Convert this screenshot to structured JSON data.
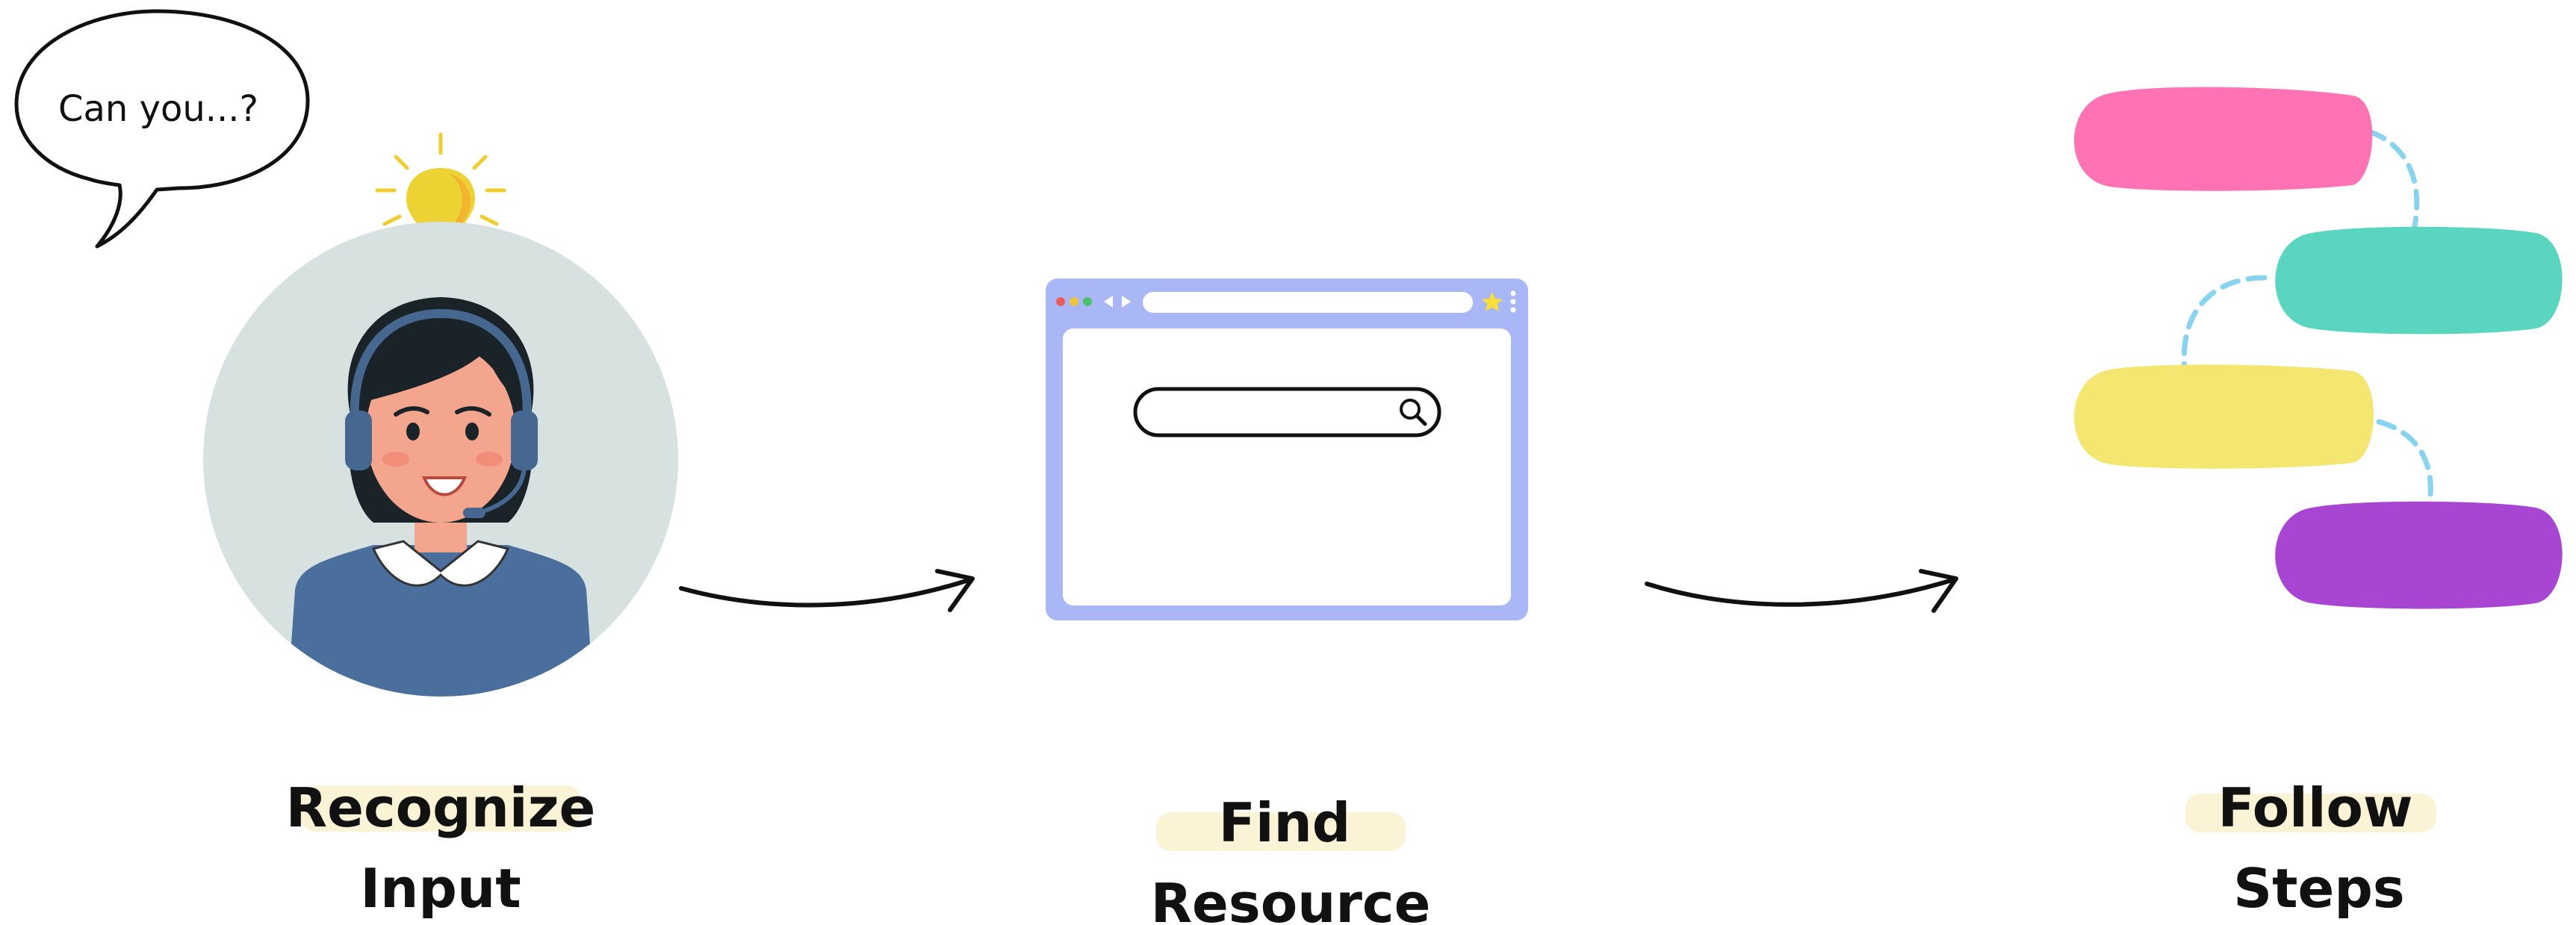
{
  "speech_bubble": {
    "text": "Can you...?"
  },
  "steps": [
    {
      "line1": "Recognize",
      "line2": "Input"
    },
    {
      "line1": "Find",
      "line2": "Resource"
    },
    {
      "line1": "Follow",
      "line2": "Steps"
    }
  ],
  "icons": {
    "agent": "customer-support-agent-icon",
    "idea": "lightbulb-icon",
    "browser": "browser-window-icon",
    "search": "search-icon",
    "flow": "process-steps-icon"
  },
  "colors": {
    "highlight": "#fbf3d6",
    "browser": "#aab7f7",
    "step_pink": "#ff73b5",
    "step_teal": "#5ad6c0",
    "step_yellow": "#f5e672",
    "step_purple": "#a845d2",
    "connector": "#86d4f0",
    "arrow": "#111111"
  }
}
